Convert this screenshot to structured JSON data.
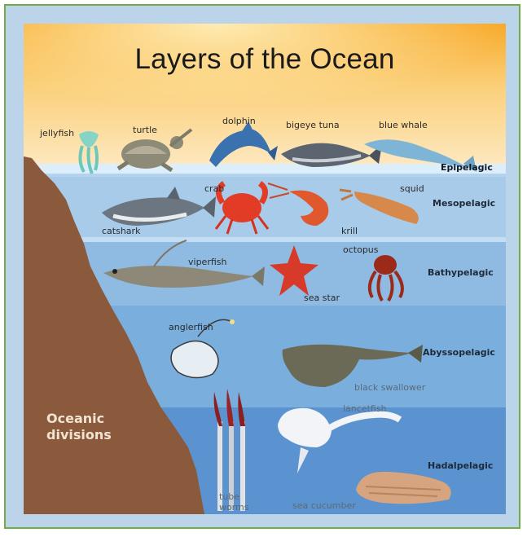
{
  "title": "Layers of the Ocean",
  "divisions_label": [
    "Oceanic",
    "divisions"
  ],
  "zones": [
    "Epipelagic",
    "Mesopelagic",
    "Bathypelagic",
    "Abyssopelagic",
    "Hadalpelagic"
  ],
  "animals": {
    "jellyfish": "jellyfish",
    "turtle": "turtle",
    "dolphin": "dolphin",
    "bigeye_tuna": "bigeye tuna",
    "blue_whale": "blue whale",
    "catshark": "catshark",
    "crab": "crab",
    "krill": "krill",
    "squid": "squid",
    "viperfish": "viperfish",
    "sea_star": "sea star",
    "octopus": "octopus",
    "anglerfish": "anglerfish",
    "black_swallower": "black swallower",
    "tube_worms": [
      "tube",
      "worms"
    ],
    "lanternfish": "lancetfish",
    "sea_cucumber": "sea cucumber"
  },
  "colors": {
    "border": "#70ad47",
    "frame_fill": "#bcd4ea",
    "sky": "#f7b53a",
    "shelf": "#8a5a3a"
  }
}
